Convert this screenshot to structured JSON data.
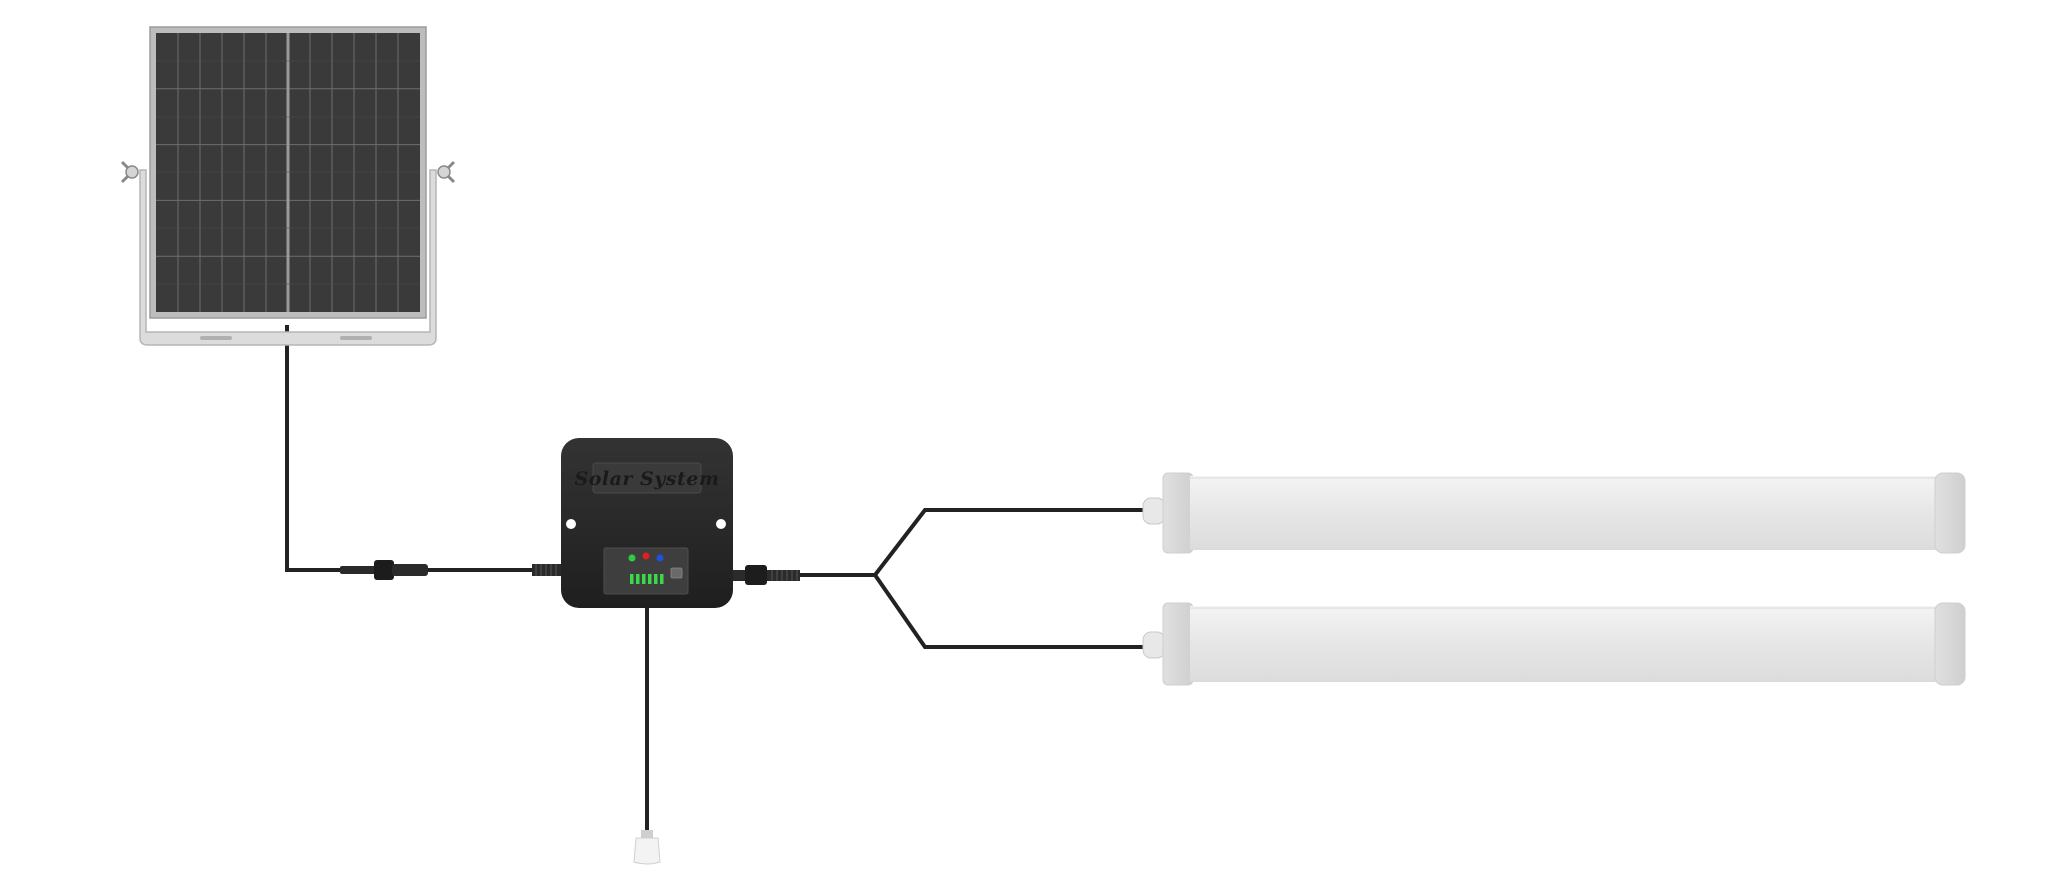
{
  "controller": {
    "label": "Solar System",
    "indicator_colors": [
      "#2ecc40",
      "#e02020",
      "#2050e0"
    ],
    "battery_bar_color": "#3bd84a"
  },
  "colors": {
    "cable": "#222222",
    "controller_body": "#2b2b2b",
    "panel_cells": "#3a3a3a",
    "panel_frame": "#bdbdbd",
    "tube": "#ececec"
  },
  "components": [
    "solar-panel",
    "charge-controller",
    "led-tube-light",
    "led-tube-light",
    "motion-sensor"
  ]
}
